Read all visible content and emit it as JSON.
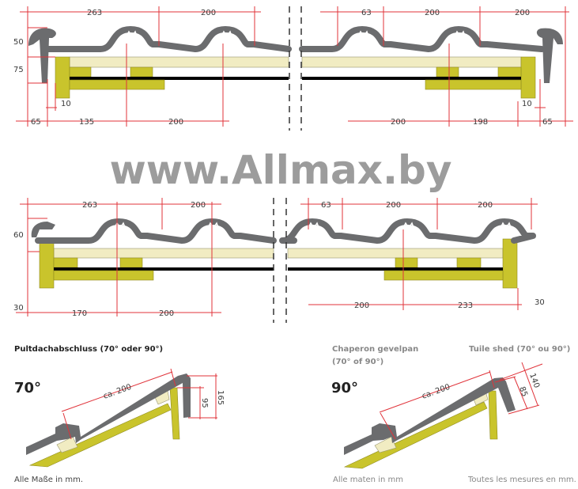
{
  "colors": {
    "tile": "#6b6c6e",
    "batten": "#f1ecc2",
    "timber": "#c9c42c",
    "dimension": "#e0333a",
    "watermark": "#9c9c9c"
  },
  "watermark": "www.Allmax.by",
  "section1": {
    "left": {
      "top_dims": [
        "263",
        "200"
      ],
      "bottom_dims": [
        "65",
        "135",
        "200"
      ],
      "side_dims": [
        "50",
        "75"
      ],
      "inner_dim": "10"
    },
    "right": {
      "top_dims": [
        "63",
        "200",
        "200"
      ],
      "bottom_dims": [
        "200",
        "198",
        "65"
      ],
      "inner_dim": "10"
    }
  },
  "section2": {
    "left": {
      "top_dims": [
        "263",
        "200"
      ],
      "bottom_dims": [
        "170",
        "200"
      ],
      "side_dims": [
        "60",
        "30"
      ]
    },
    "right": {
      "top_dims": [
        "63",
        "200",
        "200"
      ],
      "bottom_dims": [
        "200",
        "233"
      ],
      "side_dim": "30"
    }
  },
  "details": {
    "left": {
      "title": "Pultdachabschluss (70° oder 90°)",
      "angle": "70°",
      "slope_dim": "ca. 200",
      "dims": [
        "95",
        "165"
      ],
      "note": "Alle Maße in mm."
    },
    "right": {
      "title_nl": "Chaperon gevelpan",
      "title_nl_sub": "(70° of 90°)",
      "title_fr": "Tuile shed (70° ou 90°)",
      "angle": "90°",
      "slope_dim": "ca. 200",
      "dims": [
        "85",
        "140"
      ],
      "note_nl": "Alle maten in mm",
      "note_fr": "Toutes les mesures en mm."
    }
  }
}
